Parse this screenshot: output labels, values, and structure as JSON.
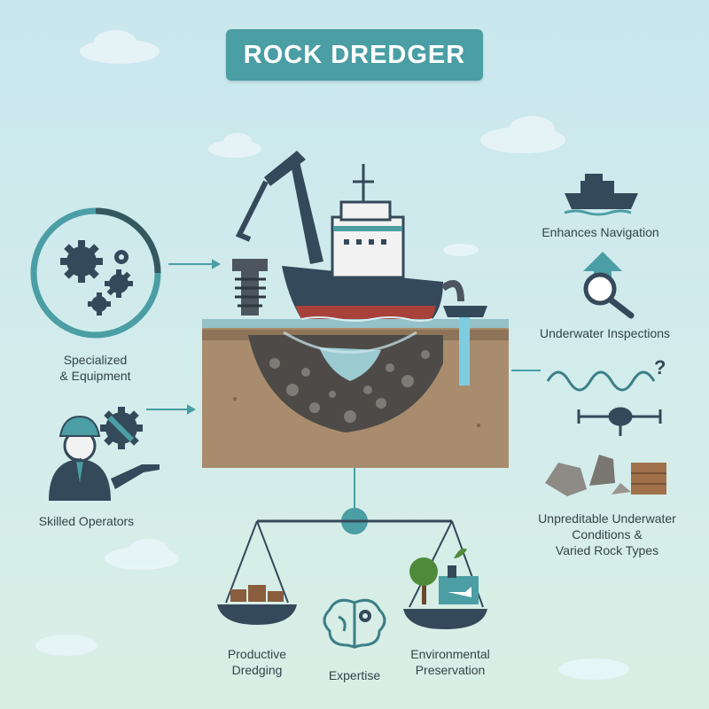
{
  "title": "ROCK DREDGER",
  "labels": {
    "specialized_line1": "Specialized",
    "specialized_line2": "& Equipment",
    "skilled_operators": "Skilled Operators",
    "enhances_navigation": "Enhances Navigation",
    "underwater_inspections": "Underwater Inspections",
    "conditions_line1": "Unpreditable Underwater",
    "conditions_line2": "Conditions &",
    "conditions_line3": "Varied Rock Types",
    "productive_line1": "Productive",
    "productive_line2": "Dredging",
    "expertise": "Expertise",
    "environmental_line1": "Environmental",
    "environmental_line2": "Preservation",
    "question_mark": "?"
  },
  "colors": {
    "teal": "#4a9ea4",
    "navy": "#34495a",
    "hull_red": "#a8413a",
    "sediment": "#a88c6d",
    "water": "#8fd0df"
  },
  "icons": [
    "gear-cluster-icon",
    "operator-icon",
    "wrench-gear-icon",
    "ship-icon",
    "magnifier-icon",
    "wave-icon",
    "drone-icon",
    "rocks-icon",
    "brain-gear-icon",
    "tree-factory-icon"
  ]
}
